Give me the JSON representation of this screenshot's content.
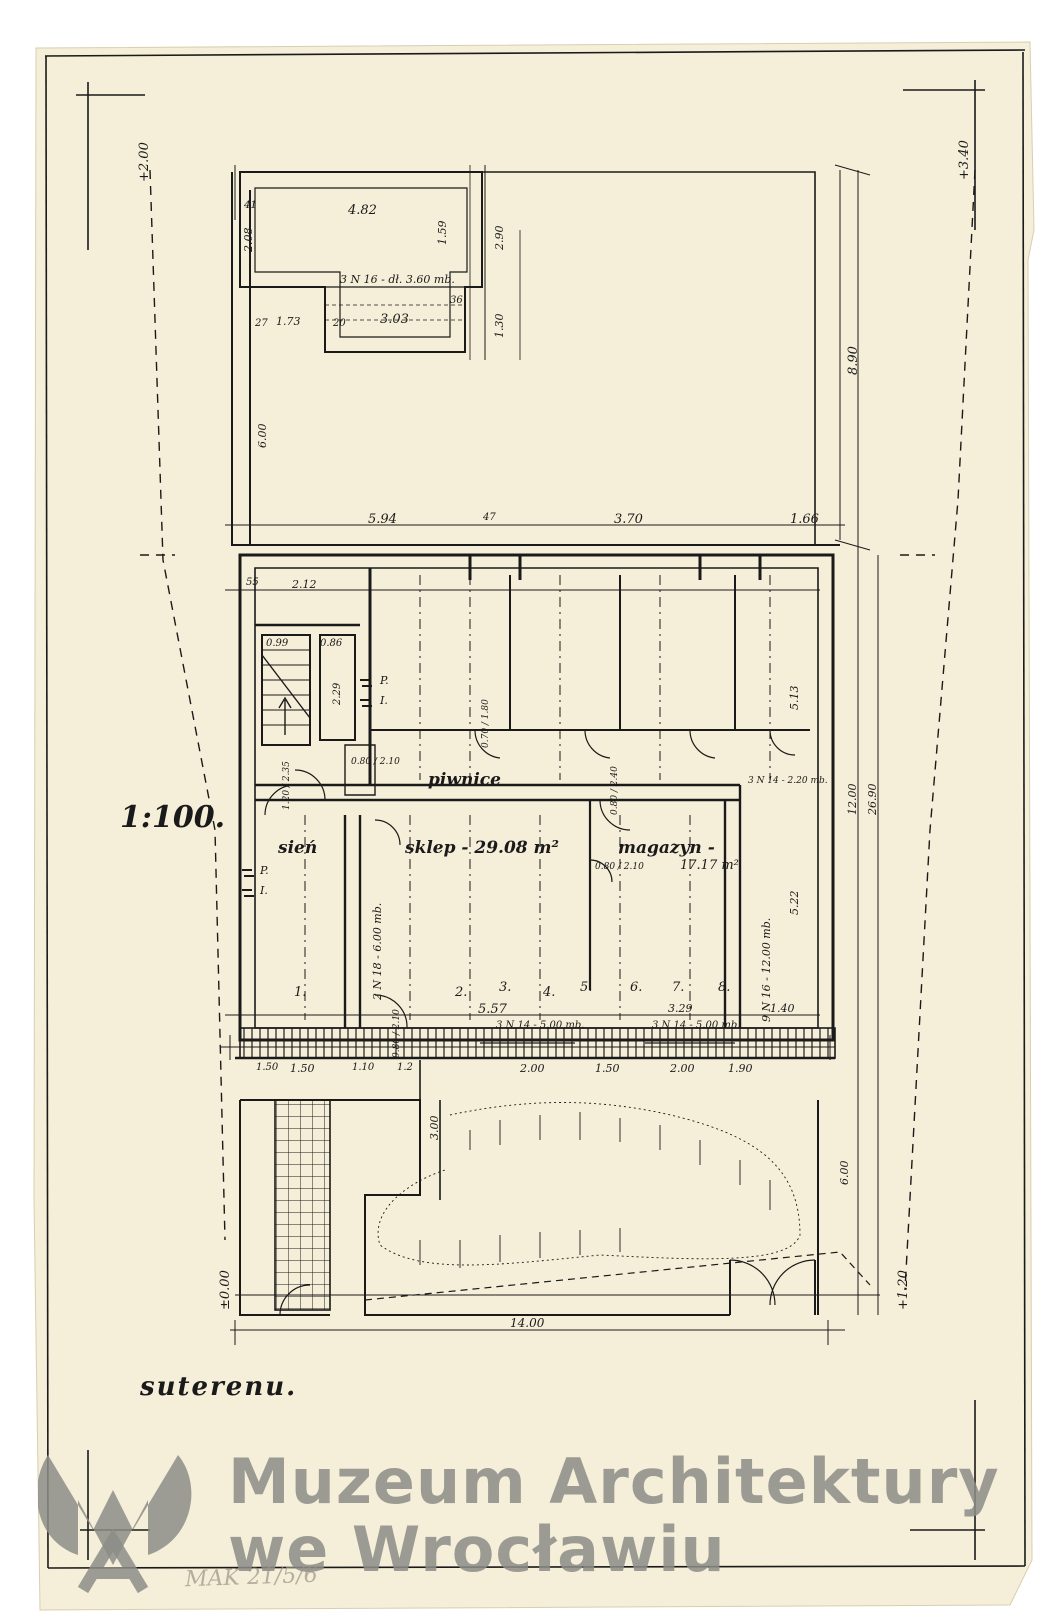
{
  "drawing": {
    "scale": "1:100.",
    "plan_title": "suterenu.",
    "rooms": {
      "basement": "piwnice",
      "hall": "sień",
      "shop": "sklep - 29.08 m²",
      "storage": "magazyn -",
      "storage_area": "17.17 m²"
    },
    "levels": {
      "left_top": "+2.00",
      "right_top": "+3.40",
      "left_bottom": "±0.00",
      "right_bottom": "+1.20"
    },
    "beams": {
      "top_window": "3 N 16 - dł. 3.60 mb.",
      "rear": "3 N 14 - 2.20 mb.",
      "left_wall": "2 N 18 - 6.00 mb.",
      "right_wall": "9 N 16 - 12.00 mb.",
      "front_1": "3 N 14 - 5.00 mb.",
      "front_2": "3 N 14 - 5.00 mb."
    },
    "dimensions": {
      "top_width": "4.82",
      "top_height": "2.08",
      "top_inner": "1.59",
      "top_right": "2.90",
      "step_width": "3.03",
      "step_left": "1.73",
      "step_h": "1.30",
      "yard_height": "6.00",
      "right_total_1": "8.90",
      "row_1": "5.94",
      "row_2": "3.70",
      "row_3": "1.66",
      "left_room_w": "2.12",
      "stair_w": "0.99",
      "stair_h": "2.29",
      "stair_x": "0.86",
      "right_inner": "5.13",
      "right_height": "5.22",
      "right_total_2": "12.00",
      "right_total_3": "26.90",
      "front_width": "5.57",
      "front_3": "3.29",
      "front_4": "1.40",
      "wall_55": "55",
      "wall_47": "47",
      "wall_27": "27",
      "wall_20": "20",
      "wall_41": "41",
      "wall_36": "36",
      "front_strip_1": "1.50",
      "front_strip_2": "2.00",
      "front_strip_3": "1.50",
      "front_strip_4": "2.00",
      "front_strip_5": "1.90",
      "front_strip_6": "1.50",
      "front_strip_7": "1.10",
      "front_strip_8": "1.2",
      "yard_left": "3.00",
      "total_width": "14.00",
      "door_a": "0.80 / 2.10",
      "door_b": "1.20 / 2.35",
      "door_c": "0.80 / 2.10",
      "win": "0.70 / 1.80",
      "win_b": "0.80 / 2.40",
      "win_c": "0.80 / 2.10"
    },
    "col_labels": [
      "1.",
      "2.",
      "3.",
      "4.",
      "5.",
      "6.",
      "7.",
      "8."
    ],
    "marks": [
      "P.",
      "I.",
      "P.",
      "I."
    ]
  },
  "watermark": {
    "line1": "Muzeum Architektury",
    "line2": "we Wrocławiu",
    "inventory": "MAK 21/5/6"
  },
  "colors": {
    "paper": "#f5eed8",
    "ink": "#1a1a1a",
    "watermark": "#8d8d88"
  }
}
